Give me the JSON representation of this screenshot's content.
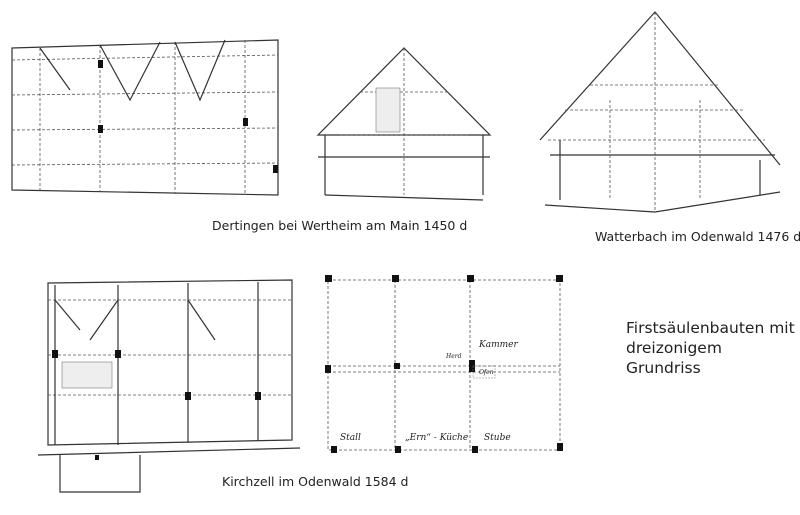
{
  "captions": {
    "dertingen": "Dertingen bei Wertheim am Main 1450 d",
    "watterbach": "Watterbach im Odenwald 1476 d",
    "kirchzell": "Kirchzell im Odenwald 1584 d"
  },
  "title": {
    "line1": "Firstsäulenbauten mit",
    "line2": "dreizonigem Grundriss"
  },
  "plan_labels": {
    "kammer": "Kammer",
    "herd": "Herd",
    "ofen": "Ofen",
    "stall": "Stall",
    "ern_kueche": "„Ern“ - Küche",
    "stube": "Stube"
  }
}
